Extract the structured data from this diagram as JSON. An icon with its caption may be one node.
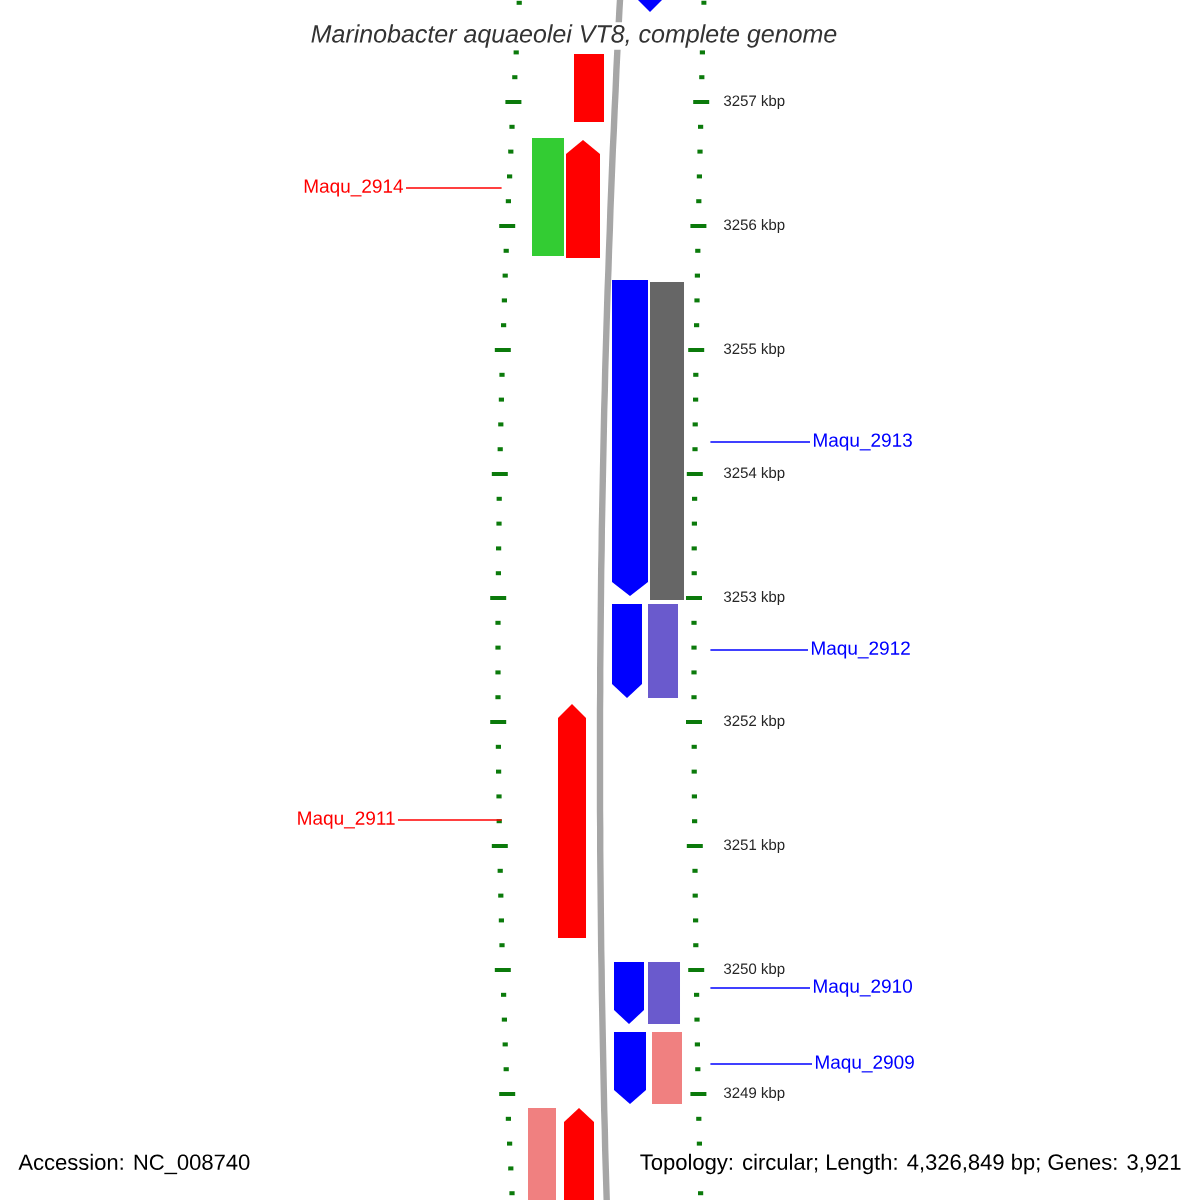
{
  "diagram": {
    "title": "Marinobacter aquaeolei VT8, complete genome",
    "nodes": [
      {
        "text": [
          "Maqu_2914"
        ]
      },
      {
        "text": [
          "Maqu_2913"
        ]
      },
      {
        "text": [
          "Maqu_2912"
        ]
      },
      {
        "text": [
          "Maqu_2911"
        ]
      },
      {
        "text": [
          "Maqu_2910"
        ]
      },
      {
        "text": [
          "Maqu_2909"
        ]
      },
      {
        "text": [],
        "shape": "pentagon"
      },
      {
        "text": [],
        "shape": "box"
      },
      {
        "text": [],
        "shape": "box"
      },
      {
        "text": [],
        "shape": "pentagon"
      },
      {
        "text": [],
        "shape": "pentagon"
      },
      {
        "text": [],
        "shape": "box"
      },
      {
        "text": [],
        "shape": "pentagon"
      },
      {
        "text": [],
        "shape": "box"
      },
      {
        "text": [],
        "shape": "pentagon"
      },
      {
        "text": [],
        "shape": "pentagon"
      },
      {
        "text": [],
        "shape": "box"
      },
      {
        "text": [],
        "shape": "pentagon"
      },
      {
        "text": [],
        "shape": "box"
      },
      {
        "text": [],
        "shape": "box"
      },
      {
        "text": [],
        "shape": "pentagon"
      }
    ],
    "edges": [
      {
        "from": 0,
        "to": 8,
        "arrow": "none",
        "color": "#ff0000"
      },
      {
        "from": 1,
        "to": 11,
        "arrow": "none"
      },
      {
        "from": 2,
        "to": 13,
        "arrow": "none"
      },
      {
        "from": 3,
        "to": 14,
        "arrow": "none",
        "color": "#ff0000"
      },
      {
        "from": 4,
        "to": 16,
        "arrow": "none"
      },
      {
        "from": 5,
        "to": 18,
        "arrow": "none"
      }
    ],
    "labels": [
      "3257 kbp",
      "3256 kbp",
      "3255 kbp",
      "3254 kbp",
      "3253 kbp",
      "3252 kbp",
      "3251 kbp",
      "3250 kbp",
      "3249 kbp",
      "Accession: NC_008740",
      "Topology: circular; Length: 4,326,849 bp; Genes: 3,921"
    ]
  }
}
